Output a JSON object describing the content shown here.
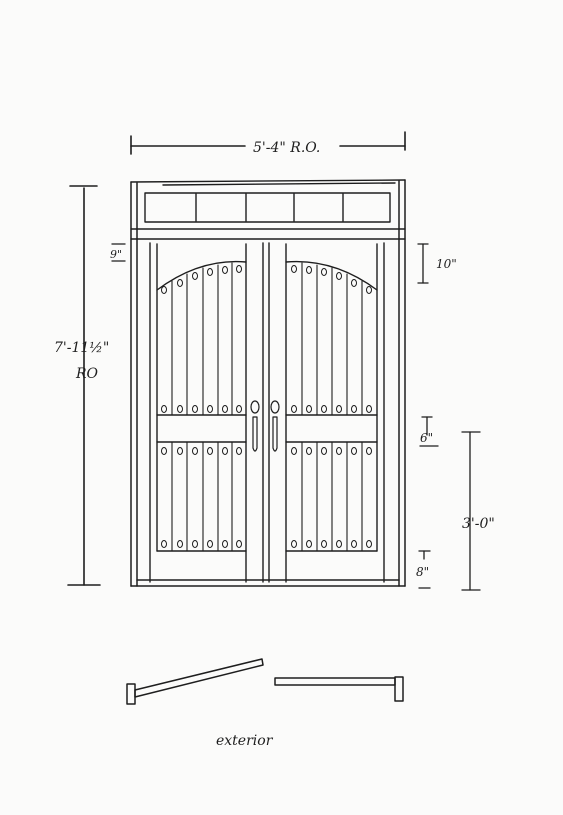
{
  "drawing": {
    "ink_color": "#1e1e1e",
    "paper_color": "#fbfbfa",
    "labels": {
      "width_ro": "5'-4\" R.O.",
      "height_ro_line1": "7'-11½\"",
      "height_ro_line2": "RO",
      "transom_gap": "9\"",
      "arch_rise": "10\"",
      "rail_height": "6\"",
      "bottom_rail": "8\"",
      "lower_section": "3'-0\"",
      "plan_label": "exterior"
    }
  }
}
